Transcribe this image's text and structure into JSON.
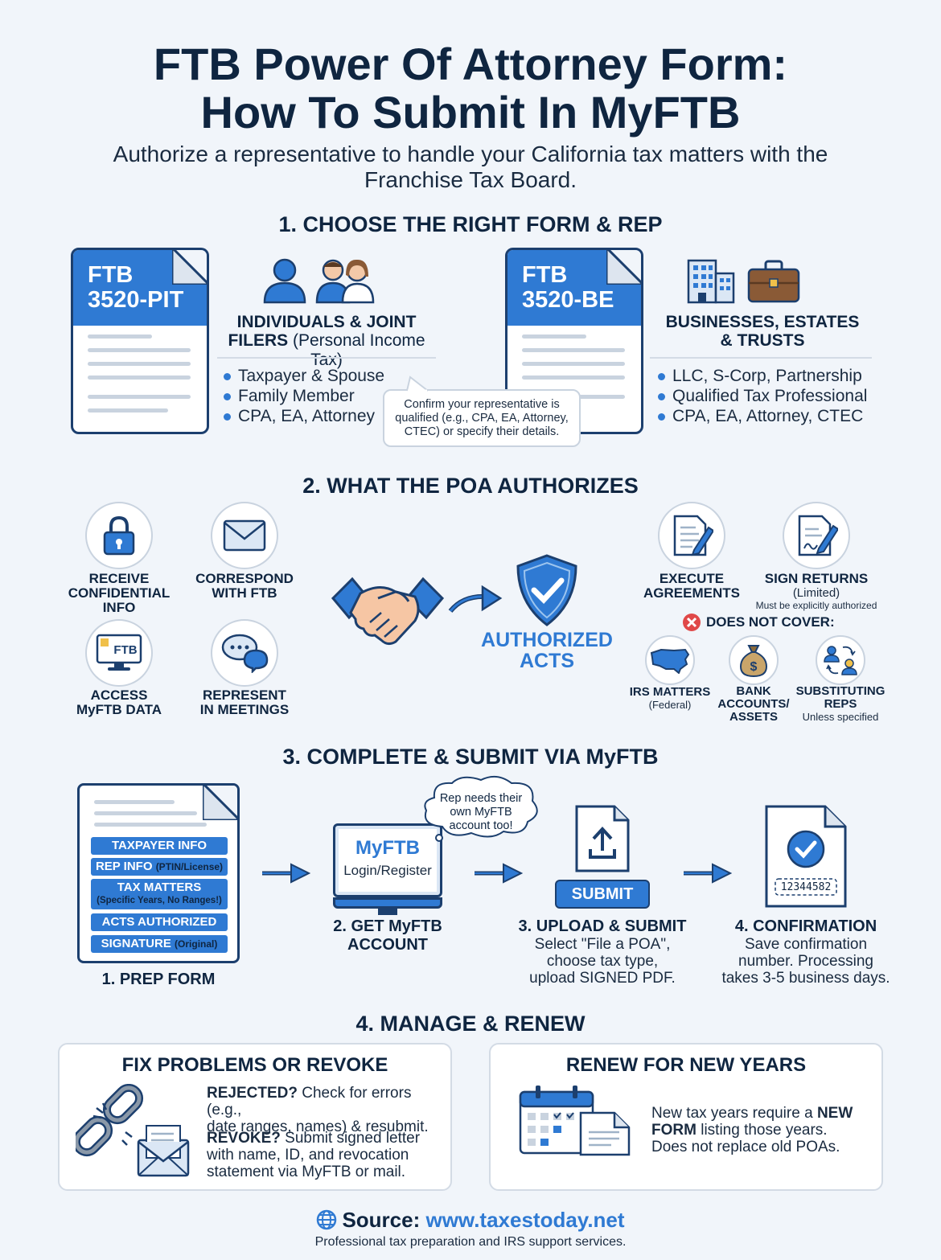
{
  "header": {
    "title_line1": "FTB Power Of Attorney Form:",
    "title_line2": "How To Submit In MyFTB",
    "subtitle_line1": "Authorize a representative to handle your California tax matters with the",
    "subtitle_line2": "Franchise Tax Board."
  },
  "section1": {
    "heading": "1. CHOOSE THE RIGHT FORM & REP",
    "pit": {
      "form_line1": "FTB",
      "form_line2": "3520-PIT",
      "title_line1": "INDIVIDUALS & JOINT",
      "title_bold2": "FILERS",
      "title_rest2": "(Personal Income Tax)",
      "bullets": [
        "Taxpayer & Spouse",
        "Family Member",
        "CPA, EA, Attorney"
      ]
    },
    "be": {
      "form_line1": "FTB",
      "form_line2": "3520-BE",
      "title_line1": "BUSINESSES, ESTATES",
      "title_line2": "& TRUSTS",
      "bullets": [
        "LLC, S-Corp, Partnership",
        "Qualified Tax Professional",
        "CPA, EA, Attorney, CTEC"
      ]
    },
    "callout_line1": "Confirm your representative is",
    "callout_line2": "qualified (e.g., CPA, EA, Attorney,",
    "callout_line3": "CTEC) or specify their details."
  },
  "section2": {
    "heading": "2. WHAT THE POA AUTHORIZES",
    "items": [
      {
        "line1": "RECEIVE",
        "line2": "CONFIDENTIAL",
        "line3": "INFO"
      },
      {
        "line1": "CORRESPOND",
        "line2": "WITH FTB"
      },
      {
        "line1": "ACCESS",
        "line2": "MyFTB DATA",
        "screen_text": "FTB"
      },
      {
        "line1": "REPRESENT",
        "line2": "IN MEETINGS"
      }
    ],
    "authorized_line1": "AUTHORIZED",
    "authorized_line2": "ACTS",
    "execute_line1": "EXECUTE",
    "execute_line2": "AGREEMENTS",
    "sign_line1": "SIGN RETURNS",
    "sign_line2": "(Limited)",
    "sign_note": "Must be explicitly authorized",
    "not_cover": "DOES NOT COVER:",
    "exclusions": [
      {
        "line1": "IRS MATTERS",
        "note": "(Federal)"
      },
      {
        "line1": "BANK",
        "line2": "ACCOUNTS/",
        "line3": "ASSETS"
      },
      {
        "line1": "SUBSTITUTING",
        "line2": "REPS",
        "note": "Unless specified"
      }
    ]
  },
  "section3": {
    "heading": "3. COMPLETE & SUBMIT VIA MyFTB",
    "form_fields": [
      {
        "label": "TAXPAYER INFO",
        "note": ""
      },
      {
        "label": "REP INFO",
        "note": "(PTIN/License)"
      },
      {
        "label": "TAX MATTERS",
        "note": "(Specific Years, No Ranges!)"
      },
      {
        "label": "ACTS AUTHORIZED",
        "note": ""
      },
      {
        "label": "SIGNATURE",
        "note": "(Original)"
      }
    ],
    "step1": "1. PREP FORM",
    "screen_title": "MyFTB",
    "screen_sub": "Login/Register",
    "bubble_line1": "Rep needs their",
    "bubble_line2": "own MyFTB",
    "bubble_line3": "account too!",
    "step2_line1": "2. GET MyFTB",
    "step2_line2": "ACCOUNT",
    "submit_label": "SUBMIT",
    "step3_title": "3. UPLOAD & SUBMIT",
    "step3_line1": "Select \"File a POA\",",
    "step3_line2": "choose tax type,",
    "step3_line3": "upload SIGNED PDF.",
    "confirm_number": "12344582",
    "step4_title": "4. CONFIRMATION",
    "step4_line1": "Save confirmation",
    "step4_line2": "number. Processing",
    "step4_line3": "takes 3-5 business days."
  },
  "section4": {
    "heading": "4. MANAGE & RENEW",
    "fix": {
      "title": "FIX PROBLEMS OR REVOKE",
      "rejected_bold": "REJECTED?",
      "rejected_text1": "Check for errors (e.g.,",
      "rejected_text2": "date ranges, names) & resubmit.",
      "revoke_bold": "REVOKE?",
      "revoke_text1": "Submit signed letter",
      "revoke_text2": "with name, ID, and revocation",
      "revoke_text3": "statement via MyFTB or mail."
    },
    "renew": {
      "title": "RENEW FOR NEW YEARS",
      "text1": "New tax years require a",
      "bold1": "NEW",
      "bold2": "FORM",
      "text2": "listing those years.",
      "text3": "Does not replace old POAs."
    }
  },
  "footer": {
    "source_label": "Source:",
    "source_url": "www.taxestoday.net",
    "tagline": "Professional tax preparation and IRS support services."
  }
}
